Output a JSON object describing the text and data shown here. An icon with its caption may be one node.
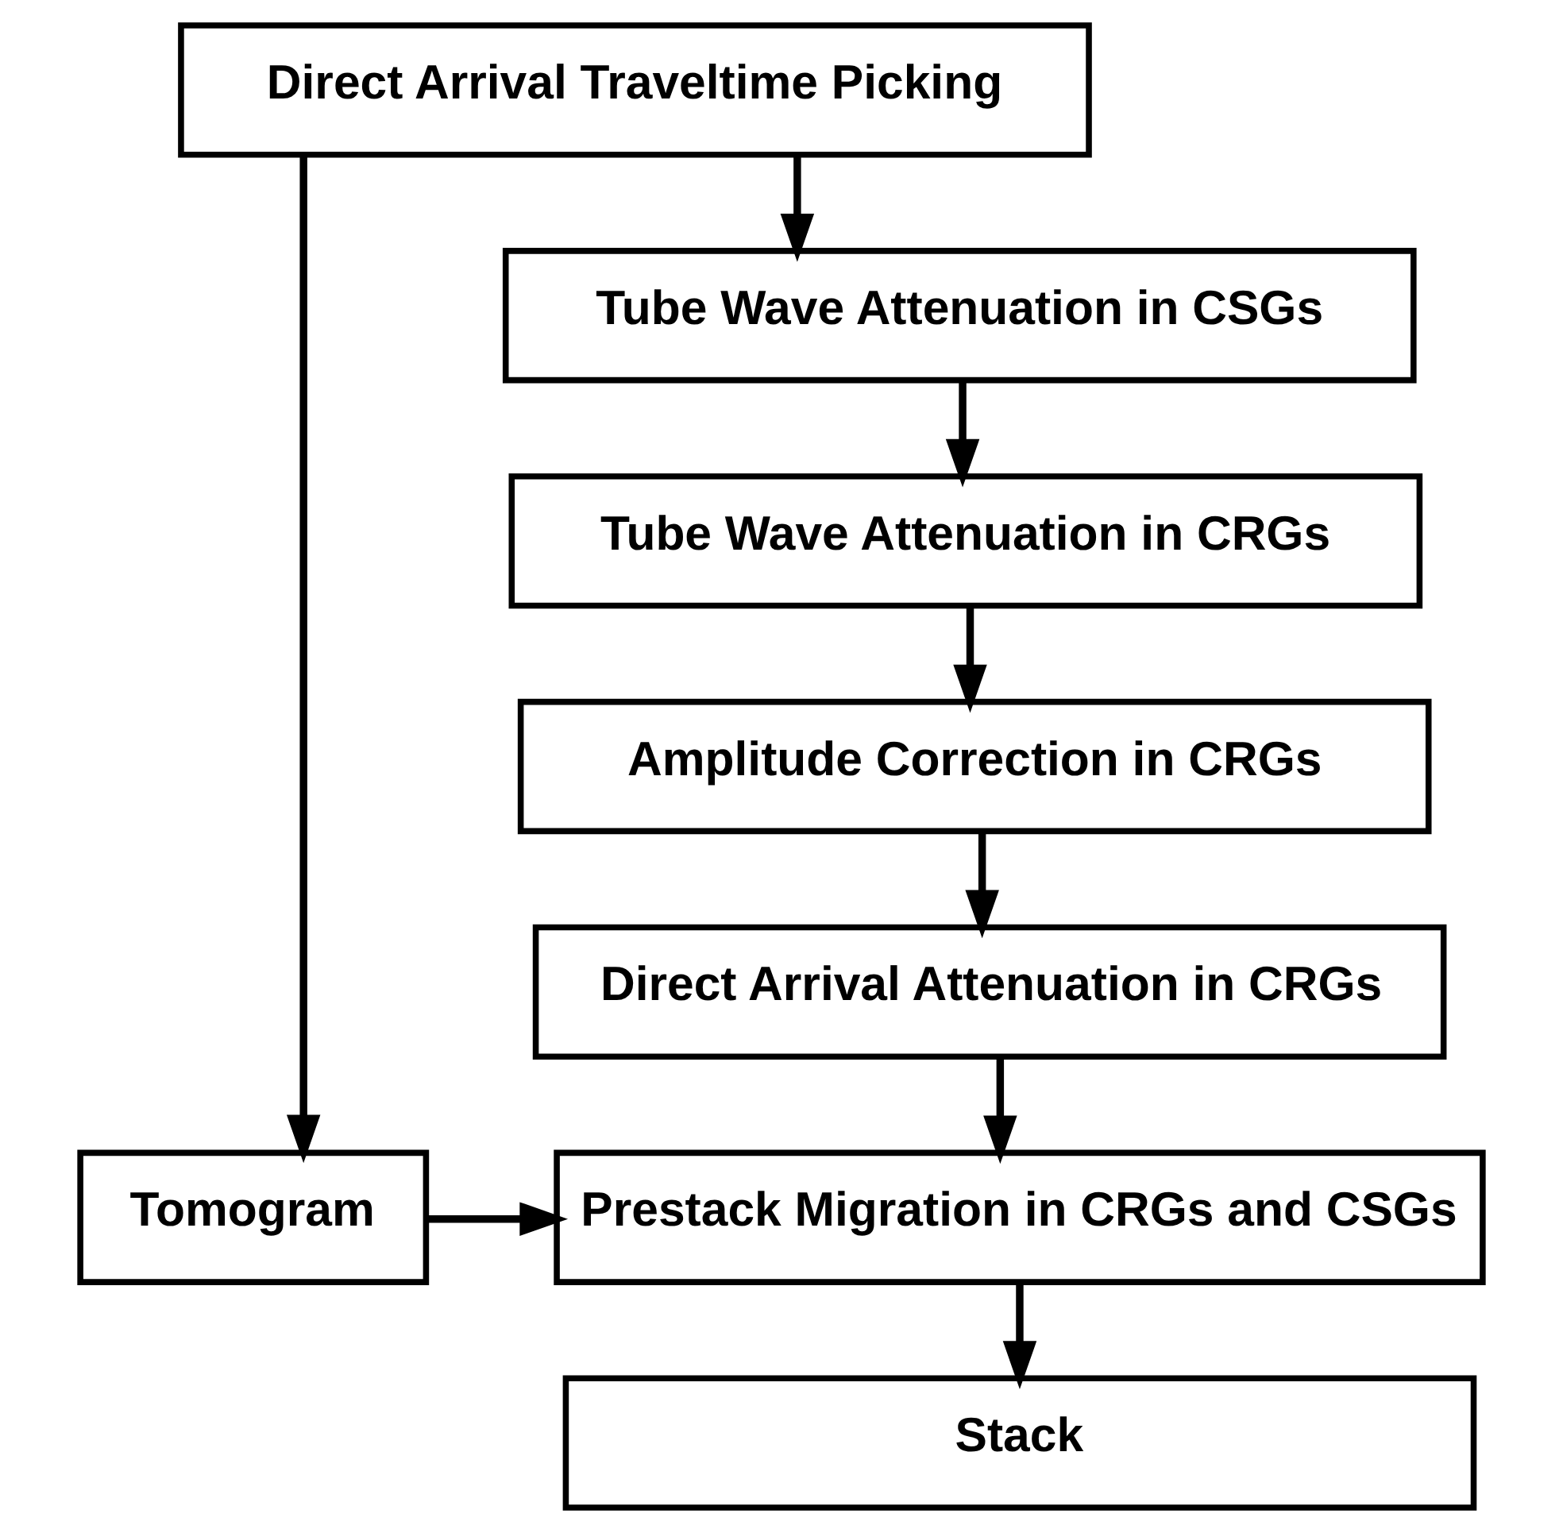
{
  "diagram": {
    "nodes": [
      {
        "text": [
          "Direct Arrival Traveltime Picking"
        ]
      },
      {
        "text": [
          "Tube Wave Attenuation in CSGs"
        ]
      },
      {
        "text": [
          "Tube Wave Attenuation in CRGs"
        ]
      },
      {
        "text": [
          "Amplitude Correction in CRGs"
        ]
      },
      {
        "text": [
          "Direct Arrival Attenuation in CRGs"
        ]
      },
      {
        "text": [
          "Tomogram"
        ]
      },
      {
        "text": [
          "Prestack Migration in CRGs and CSGs"
        ]
      },
      {
        "text": [
          "Stack"
        ]
      }
    ],
    "edges": [
      {
        "from": 0,
        "to": 1,
        "arrow": "to"
      },
      {
        "from": 1,
        "to": 2,
        "arrow": "to"
      },
      {
        "from": 2,
        "to": 3,
        "arrow": "to"
      },
      {
        "from": 3,
        "to": 4,
        "arrow": "to"
      },
      {
        "from": 4,
        "to": 6,
        "arrow": "to"
      },
      {
        "from": 0,
        "to": 5,
        "arrow": "to"
      },
      {
        "from": 5,
        "to": 6,
        "arrow": "to"
      },
      {
        "from": 6,
        "to": 7,
        "arrow": "to"
      }
    ]
  }
}
